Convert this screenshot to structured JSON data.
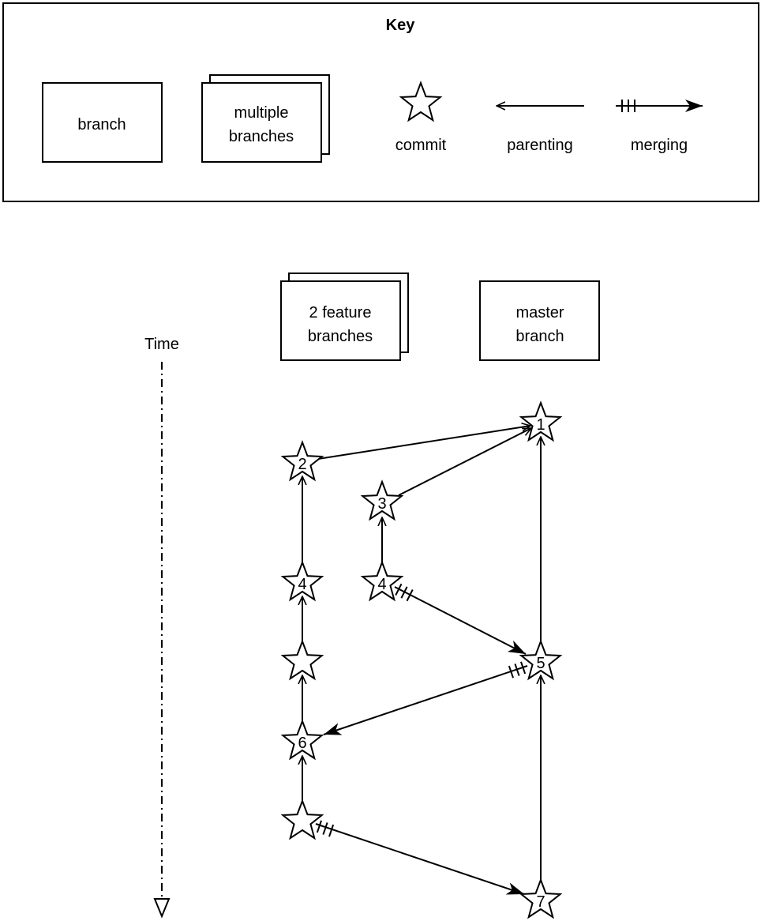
{
  "key": {
    "title": "Key",
    "branch_label": "branch",
    "multiple_branches_label": [
      "multiple",
      "branches"
    ],
    "commit_label": "commit",
    "parenting_label": "parenting",
    "merging_label": "merging"
  },
  "headers": {
    "feature_branches": [
      "2 feature",
      "branches"
    ],
    "master_branch": [
      "master",
      "branch"
    ]
  },
  "time_label": "Time",
  "commits": {
    "master_1": "1",
    "feature_a_1": "2",
    "feature_b_1": "3",
    "feature_a_2": "4",
    "feature_b_2": "4",
    "feature_a_3": "",
    "master_2": "5",
    "feature_a_4": "6",
    "feature_a_5": "",
    "master_3": "7"
  }
}
